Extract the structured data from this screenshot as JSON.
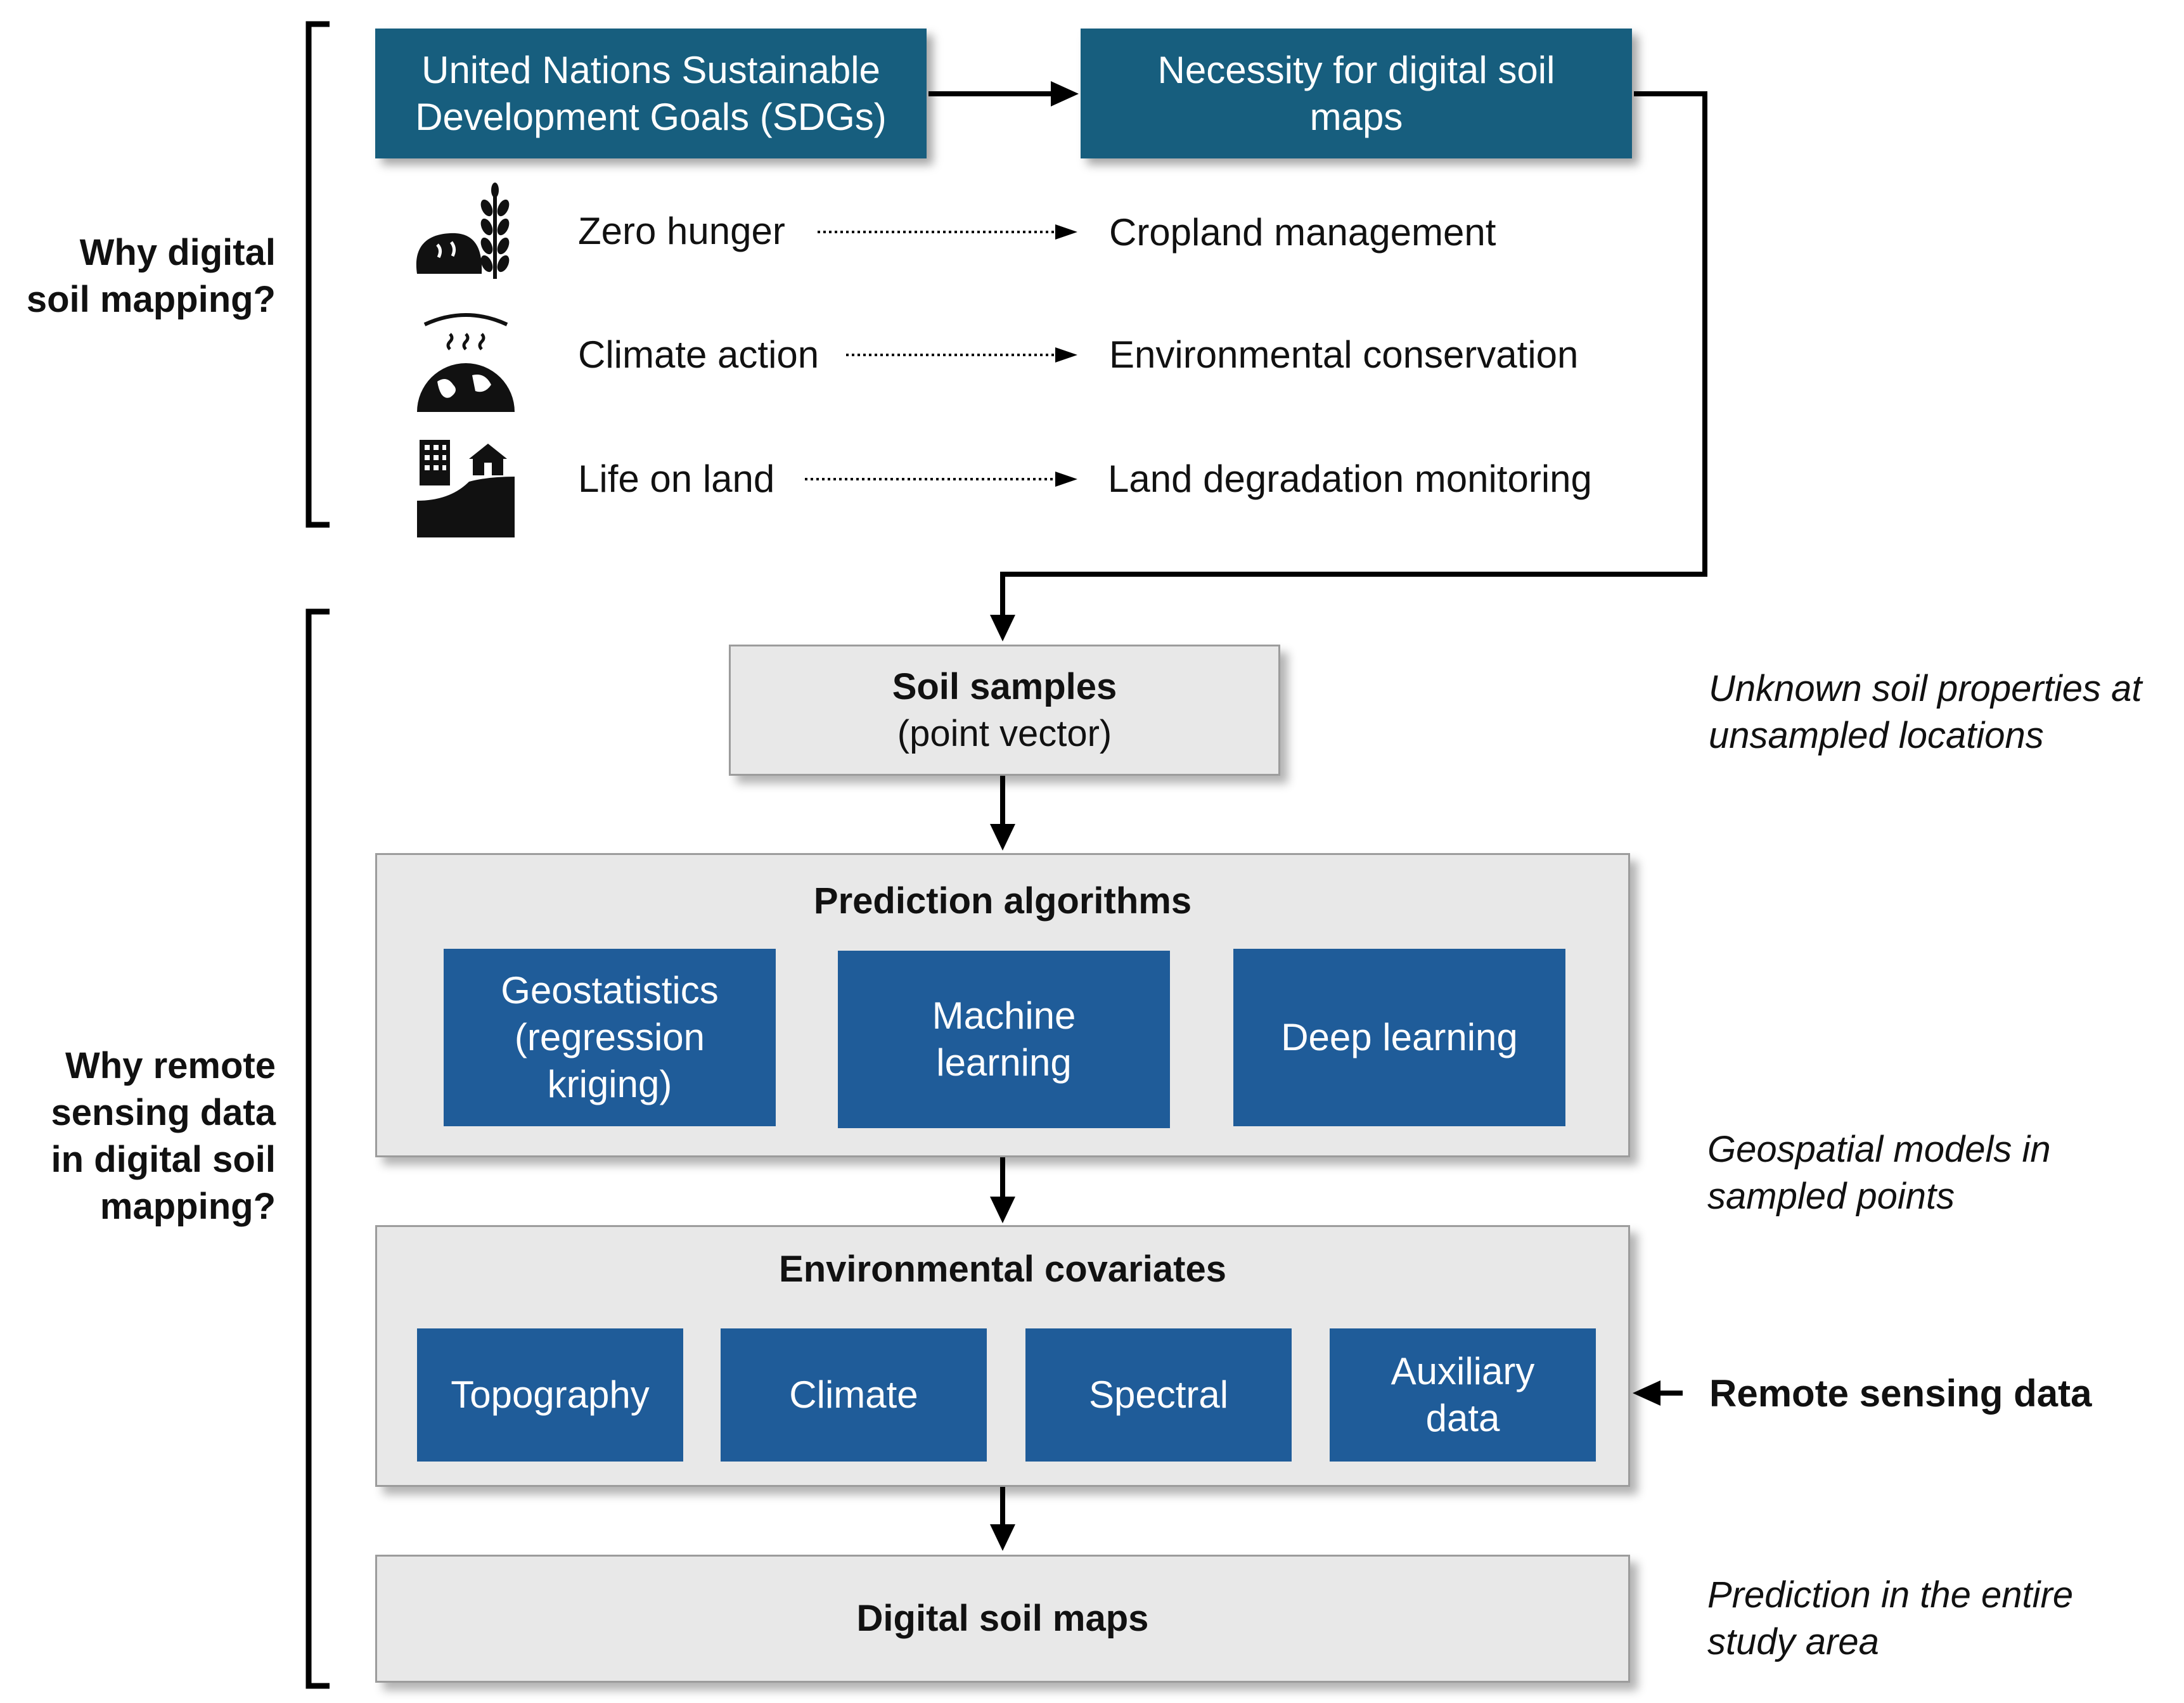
{
  "left_labels": {
    "why_dsm": [
      "Why digital",
      "soil mapping?"
    ],
    "why_rs": [
      "Why remote",
      "sensing data",
      "in digital soil",
      "mapping?"
    ]
  },
  "top_boxes": {
    "sdgs": [
      "United Nations Sustainable",
      "Development Goals (SDGs)"
    ],
    "necessity": [
      "Necessity for digital soil",
      "maps"
    ]
  },
  "sdg_rows": [
    {
      "icon": "bread-wheat-icon",
      "goal": "Zero hunger",
      "target": "Cropland management"
    },
    {
      "icon": "warming-earth-icon",
      "goal": "Climate action",
      "target": "Environmental conservation"
    },
    {
      "icon": "city-hillside-icon",
      "goal": "Life on land",
      "target": "Land degradation monitoring"
    }
  ],
  "soil_samples": {
    "title": "Soil samples",
    "subtitle": "(point vector)"
  },
  "prediction": {
    "title": "Prediction algorithms",
    "methods": [
      [
        "Geostatistics",
        "(regression",
        "kriging)"
      ],
      [
        "Machine",
        "learning"
      ],
      [
        "Deep learning"
      ]
    ]
  },
  "covariates": {
    "title": "Environmental covariates",
    "items": [
      [
        "Topography"
      ],
      [
        "Climate"
      ],
      [
        "Spectral"
      ],
      [
        "Auxiliary",
        "data"
      ]
    ]
  },
  "output": {
    "title": "Digital soil maps"
  },
  "notes": {
    "unknown": [
      "Unknown soil properties at",
      "unsampled locations"
    ],
    "geospatial": [
      "Geospatial models in",
      "sampled points"
    ],
    "remote_sensing": "Remote sensing data",
    "prediction": [
      "Prediction in the entire",
      "study area"
    ]
  },
  "colors": {
    "teal": "#175e7e",
    "blue": "#1f5c99",
    "grey": "#e8e8e8"
  }
}
